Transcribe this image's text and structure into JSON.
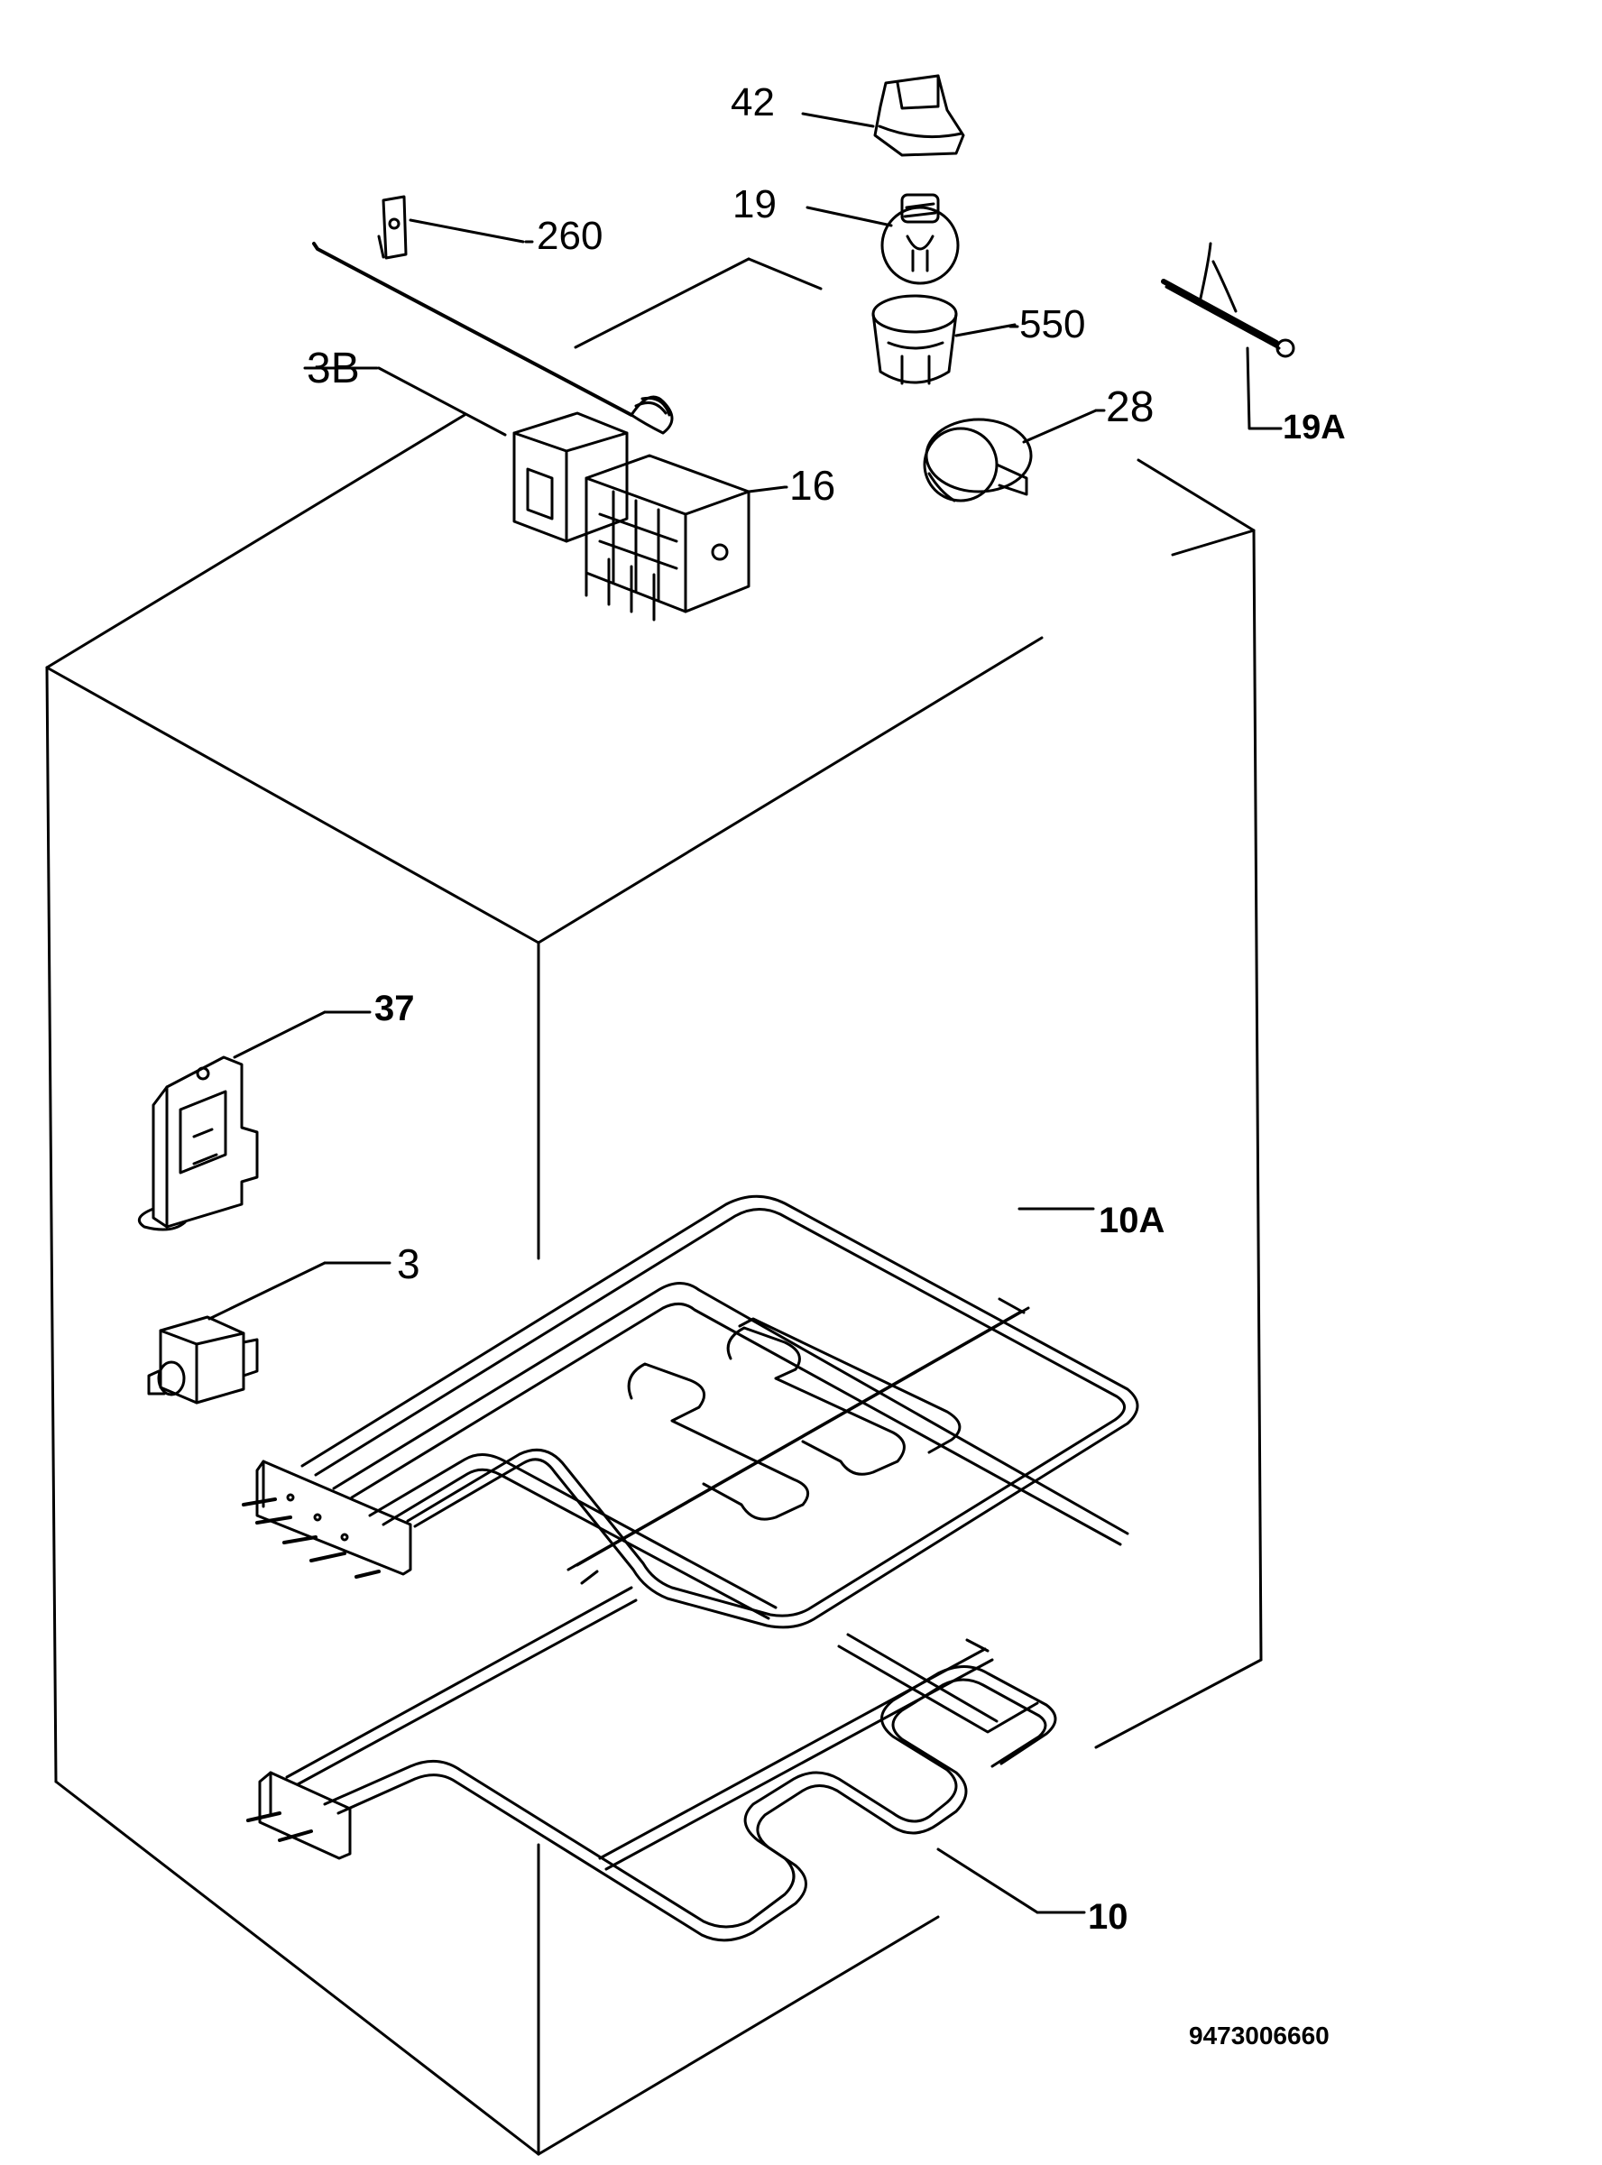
{
  "labels": {
    "p42": "42",
    "p19": "19",
    "p260": "260",
    "p550": "550",
    "p3b": "3B",
    "p28": "28",
    "p19a": "19A",
    "p16": "16",
    "p37": "37",
    "p10a": "10A",
    "p3": "3",
    "p10": "10"
  },
  "footer": {
    "code": "9473006660"
  }
}
